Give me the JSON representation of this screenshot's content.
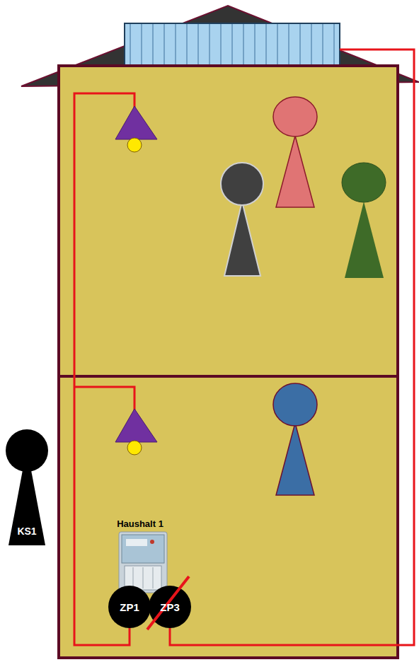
{
  "diagram": {
    "nodes": [
      {
        "text": [
          "KS1"
        ]
      },
      {
        "text": [
          "ZP1"
        ]
      },
      {
        "text": [
          "ZP3"
        ]
      }
    ],
    "edges": [],
    "labels": [
      "Haushalt 1"
    ]
  }
}
